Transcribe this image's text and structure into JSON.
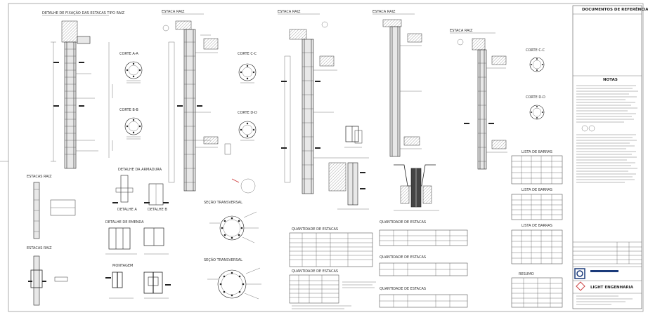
{
  "sheet": {
    "title_block": {
      "ref_docs_title": "DOCUMENTOS DE REFERÊNCIA",
      "notes_title": "NOTAS",
      "company": "LIGHT ENGENHARIA"
    },
    "detail_titles": {
      "d1": "DETALHE DE FIXAÇÃO DAS ESTACAS TIPO RAIZ",
      "d2": "ESTACA RAIZ",
      "d3": "ESTACA RAIZ",
      "d4": "ESTACA RAIZ",
      "d5": "ESTACA RAIZ",
      "cut_aa": "CORTE A-A",
      "cut_bb": "CORTE B-B",
      "cut_cc": "CORTE C-C",
      "cut_dd": "CORTE D-D",
      "det_emenda": "DETALHE DE EMENDA",
      "det_armadura": "DETALHE DA ARMADURA",
      "sec_transversal": "SEÇÃO TRANSVERSAL",
      "sec_transversal_2": "SEÇÃO TRANSVERSAL",
      "detalhe_a": "DETALHE A",
      "detalhe_b": "DETALHE B",
      "estacas_title": "ESTACAS RAIZ",
      "montagem": "MONTAGEM"
    },
    "tables": {
      "t1_title": "QUANTIDADE DE ESTACAS",
      "t2_title": "QUANTIDADE DE ESTACAS",
      "t3_title": "QUANTIDADE DE ESTACAS",
      "t4_title": "QUANTIDADE DE ESTACAS",
      "t5_title": "QUANTIDADE DE ESTACAS",
      "lista1": "LISTA DE BARRAS",
      "lista2": "LISTA DE BARRAS",
      "lista3": "LISTA DE BARRAS",
      "resumo": "RESUMO"
    }
  }
}
